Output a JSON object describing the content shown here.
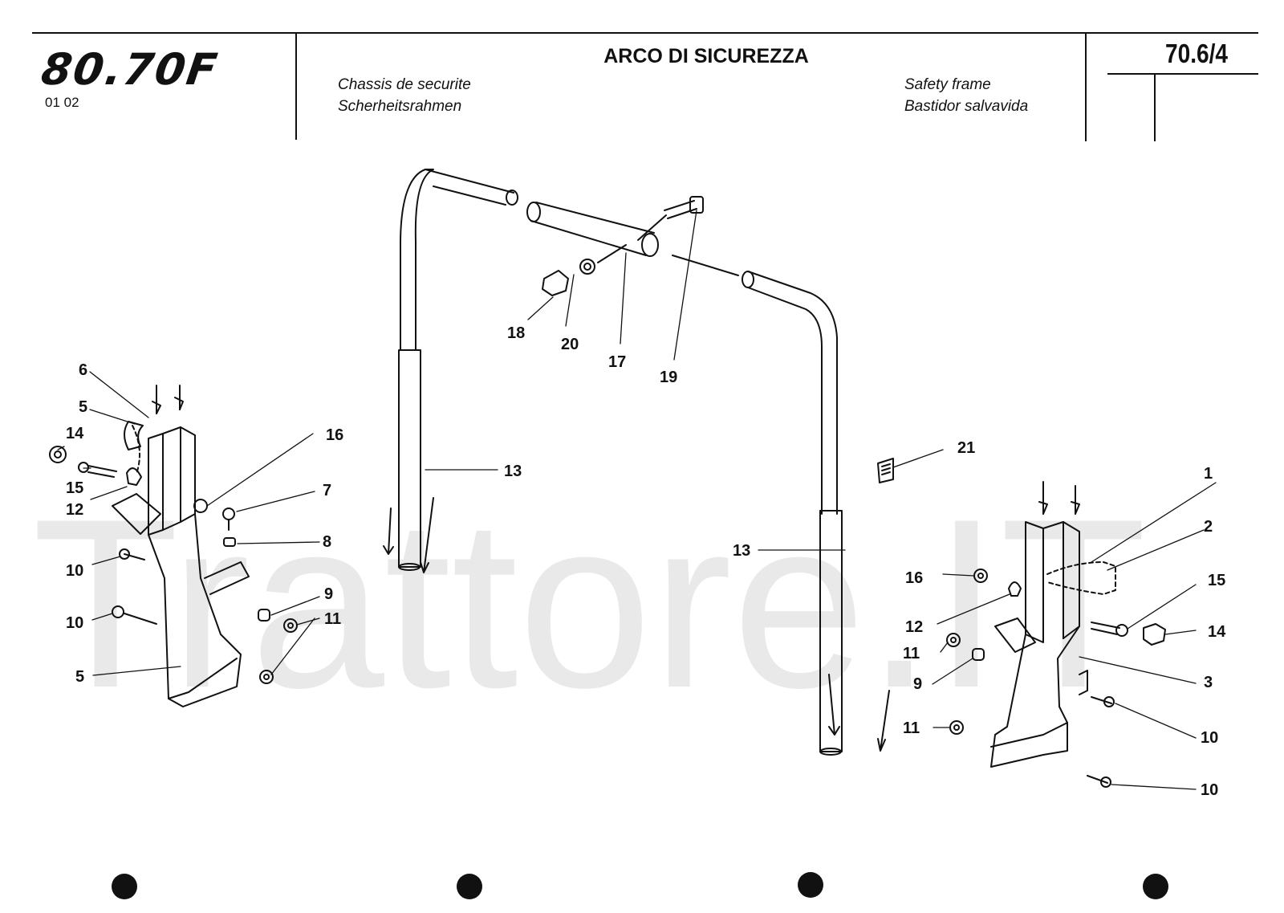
{
  "header": {
    "logo": "80.70F",
    "code": "01 02",
    "title": "ARCO DI SICUREZZA",
    "sub_fr": "Chassis de securite",
    "sub_de": "Scherheitsrahmen",
    "sub_en": "Safety frame",
    "sub_es": "Bastidor salvavida",
    "page_number": "70.6/4"
  },
  "watermark": "Trattore.IT",
  "callouts": [
    "1",
    "2",
    "3",
    "5",
    "5",
    "6",
    "7",
    "8",
    "9",
    "9",
    "10",
    "10",
    "10",
    "10",
    "11",
    "11",
    "11",
    "12",
    "12",
    "13",
    "13",
    "14",
    "14",
    "15",
    "15",
    "16",
    "16",
    "17",
    "18",
    "19",
    "20",
    "21"
  ]
}
